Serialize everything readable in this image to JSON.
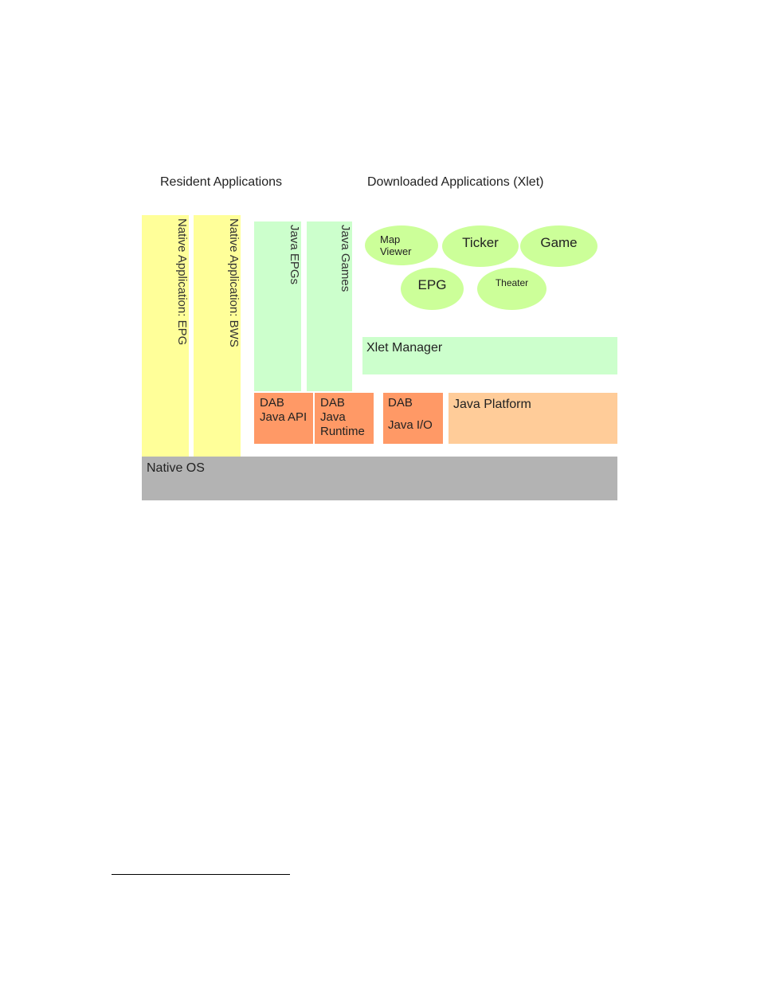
{
  "headings": {
    "resident": "Resident Applications",
    "downloaded": "Downloaded Applications (Xlet)"
  },
  "resident_apps": [
    {
      "label": "Native Application: EPG"
    },
    {
      "label": "Native Application: BWS"
    }
  ],
  "java_apps": [
    {
      "label": "Java EPGs"
    },
    {
      "label": "Java Games"
    }
  ],
  "xlets": [
    {
      "label": "Map\nViewer"
    },
    {
      "label": "Ticker"
    },
    {
      "label": "Game"
    },
    {
      "label": "EPG"
    },
    {
      "label": "Theater"
    }
  ],
  "xlet_manager": "Xlet Manager",
  "dab_java_api": "DAB\nJava API",
  "dab_java_runtime": "DAB\nJava\nRuntime",
  "dab_java_io_line1": "DAB",
  "dab_java_io_line2": "Java I/O",
  "java_platform": "Java Platform",
  "native_os": "Native OS",
  "colors": {
    "resident": "#ffff99",
    "java_app": "#ccffcc",
    "xlet": "#ccff99",
    "dab": "#ff9966",
    "java_platform": "#ffcc99",
    "native_os": "#b3b3b3"
  }
}
